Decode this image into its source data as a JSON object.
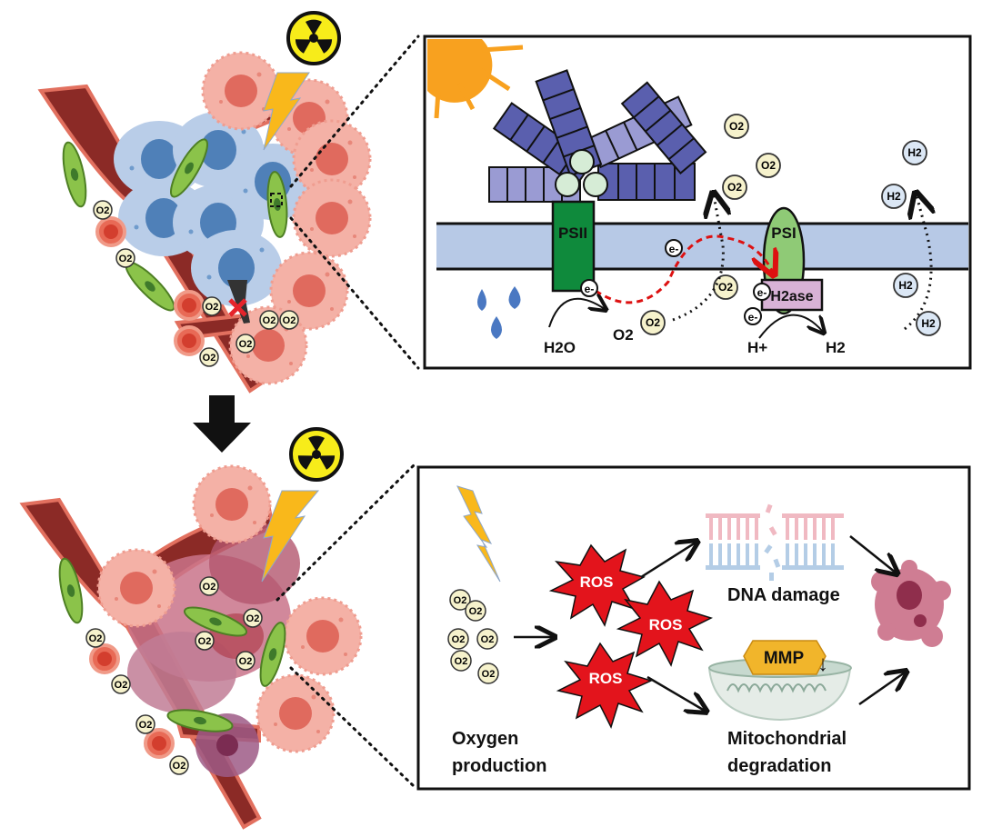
{
  "top_panel": {
    "scene": "tumor-before-treatment",
    "molecule_label": "O2",
    "radiation_symbol": "radiation-icon",
    "blocked_marker": "x-mark"
  },
  "top_detail": {
    "psii_label": "PSII",
    "psi_label": "PSI",
    "h2ase_label": "H2ase",
    "electron_label": "e-",
    "water_label": "H2O",
    "o2_product_label": "O2",
    "hplus_label": "H+",
    "h2_product_label": "H2",
    "o2_bubble_label": "O2",
    "h2_bubble_label": "H2"
  },
  "bottom_panel": {
    "scene": "tumor-after-treatment",
    "molecule_label": "O2"
  },
  "bottom_detail": {
    "ros_label": "ROS",
    "dna_damage_label": "DNA damage",
    "mmp_label": "MMP",
    "mmp_arrow": "↓",
    "oxygen_line1": "Oxygen",
    "oxygen_line2": "production",
    "mito_line1": "Mitochondrial",
    "mito_line2": "degradation",
    "o2_label": "O2"
  },
  "colors": {
    "vessel_dark": "#8b2a26",
    "vessel_light": "#e2705f",
    "tumor_blue": "#b6cbe6",
    "nucleus_blue": "#4f80b8",
    "cell_pink": "#f2a79b",
    "nucleus_red": "#e06a5e",
    "algae_green": "#8bc34a",
    "o2_fill": "#f6f2cc",
    "h2_fill": "#dbe7f5",
    "membrane": "#b7c9e6",
    "psii_green": "#0f8a3c",
    "psi_green": "#8fca76",
    "h2ase_pink": "#d8b2d6",
    "antenna_dark": "#5a5fae",
    "antenna_light": "#9a9bd3",
    "ros_red": "#e3141c",
    "lightning": "#f9b81b",
    "sun": "#f8a11f",
    "mmp_gold": "#f1b52b"
  }
}
